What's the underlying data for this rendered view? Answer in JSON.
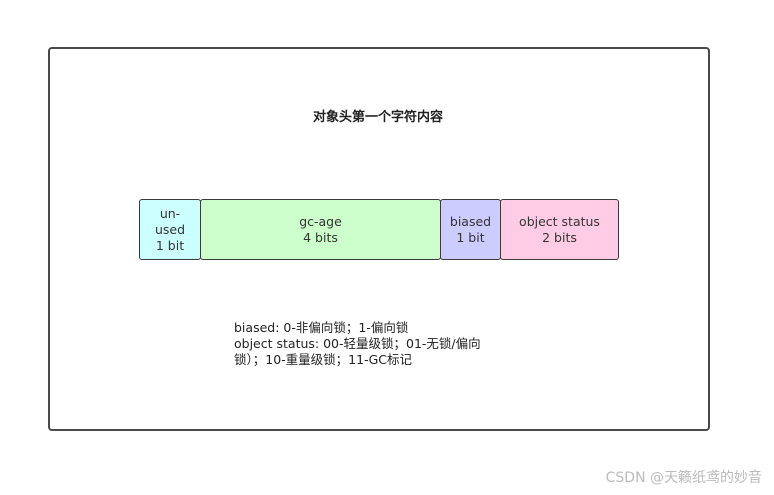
{
  "title": "对象头第一个字符内容",
  "segments": [
    {
      "line1": "un-",
      "line2": "used",
      "line3": "1 bit",
      "color": "#ccffff"
    },
    {
      "line1": "gc-age",
      "line2": "4 bits",
      "color": "#ccffcc"
    },
    {
      "line1": "biased",
      "line2": "1 bit",
      "color": "#ccccff"
    },
    {
      "line1": "object status",
      "line2": "2 bits",
      "color": "#ffcce6"
    }
  ],
  "notes": {
    "line1": "biased: 0-非偏向锁；1-偏向锁",
    "line2": "object status: 00-轻量级锁；01-无锁/偏向",
    "line3": "锁）；10-重量级锁；11-GC标记"
  },
  "watermark": "CSDN @天籁纸鸢的妙音"
}
